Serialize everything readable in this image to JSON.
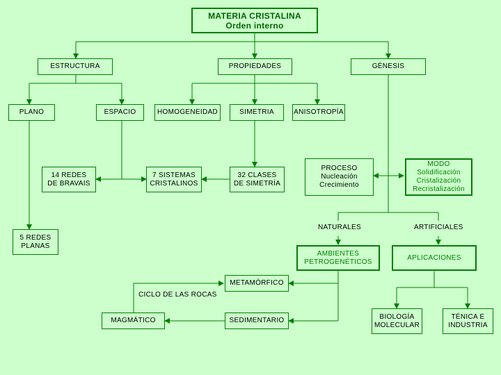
{
  "root": {
    "line1": "MATERIA  CRISTALINA",
    "line2": "Orden interno"
  },
  "level1": {
    "estructura": "ESTRUCTURA",
    "propiedades": "PROPIEDADES",
    "genesis": "GÉNESIS"
  },
  "estructura": {
    "plano": "PLANO",
    "espacio": "ESPACIO",
    "redes_planas": "5 REDES\nPLANAS",
    "redes_bravais": "14  REDES\nDE  BRAVAIS",
    "sistemas": "7  SISTEMAS\nCRISTALINOS"
  },
  "propiedades": {
    "homogeneidad": "HOMOGENEIDAD",
    "simetria": "SIMETRIA",
    "anisotropia": "ANISOTROPÍA",
    "clases": "32 CLASES\nDE SIMETRÍA"
  },
  "genesis": {
    "proceso": "PROCESO\nNucleación\nCrecimiento",
    "modo": "MODO\nSolidificación\nCristalización\nRecristalización",
    "naturales": "NATURALES",
    "artificiales": "ARTIFICIALES",
    "ambientes": "AMBIENTES\nPETROGENÉTICOS",
    "aplicaciones": "APLICACIONES",
    "biologia": "BIOLOGÍA\nMOLECULAR",
    "tecnica": "TÉNICA E\nINDUSTRIA"
  },
  "ciclo": {
    "label": "CICLO  DE LAS  ROCAS",
    "metamorfico": "METAMÓRFICO",
    "magmatico": "MAGMÁTICO",
    "sedimentario": "SEDIMENTARIO"
  }
}
